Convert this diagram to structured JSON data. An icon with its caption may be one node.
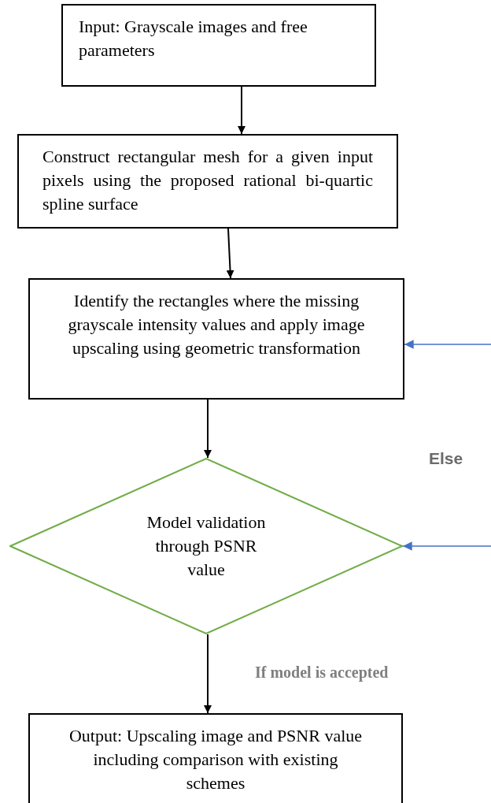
{
  "diagram": {
    "nodes": [
      {
        "text": [
          "Input: Grayscale images and free parameters"
        ]
      },
      {
        "text": [
          "Construct rectangular mesh for a given input pixels using the proposed rational bi-quartic spline surface"
        ]
      },
      {
        "text": [
          "Identify the rectangles where the missing grayscale intensity values and apply image upscaling using geometric transformation"
        ]
      },
      {
        "text": [
          "Model validation through PSNR value"
        ]
      },
      {
        "text": [
          "Output: Upscaling image and PSNR value including comparison with existing schemes"
        ]
      }
    ],
    "edges": [
      {
        "from": 0,
        "to": 1,
        "arrow": "to"
      },
      {
        "from": 1,
        "to": 2,
        "arrow": "to"
      },
      {
        "from": 2,
        "to": 3,
        "arrow": "to"
      },
      {
        "from": 3,
        "to": 4,
        "arrow": "to",
        "label": "If model is accepted"
      },
      {
        "from": null,
        "to": 2,
        "arrow": "to",
        "color": "#4472c4"
      },
      {
        "from": null,
        "to": 3,
        "arrow": "to",
        "color": "#4472c4"
      }
    ],
    "labels": [
      "Else"
    ]
  }
}
